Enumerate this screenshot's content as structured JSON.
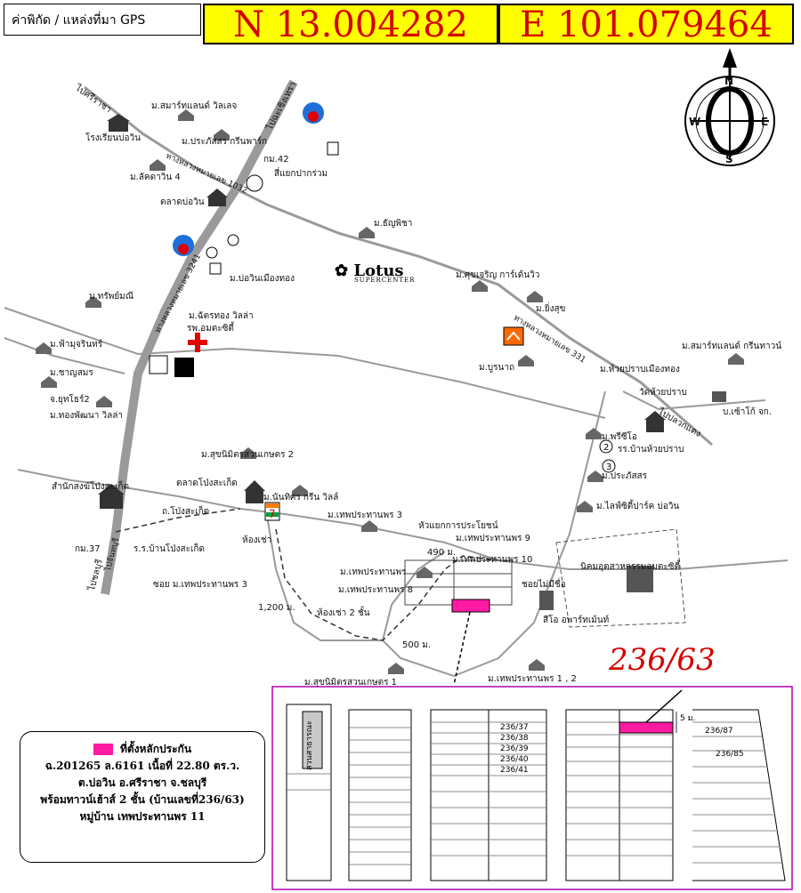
{
  "header": {
    "gps_label": "ค่าพิกัด / แหล่งที่มา GPS",
    "lat": "N 13.004282",
    "lon": "E 101.079464"
  },
  "compass": {
    "n": "N",
    "s": "S",
    "e": "E",
    "w": "W"
  },
  "address_number": "236/63",
  "lotus": {
    "name": "Lotus",
    "sub": "SUPERCENTER"
  },
  "map_labels": [
    "ม.สมาร์ทแลนด์ วิลเลจ",
    "โรงเรียนบ่อวิน",
    "ม.ประภัสสร กรีนพาร์ก",
    "กม.42",
    "ม.ลัคดาวิน 4",
    "สี่แยกปากร่วม",
    "ตลาดบ่อวิน",
    "ม.ธัญพิชา",
    "ม.บ่อวินเมืองทอง",
    "ม.ศุขเจริญ การ์เด้นวิว",
    "ม.ทรัพย์มณี",
    "ม.ยิ่งสุข",
    "ม.ฉัตรทอง วิลล่า",
    "รพ.อมตะซิตี้",
    "ม.ฟ้ามุจรินทร์",
    "ม.บูรนาถ",
    "ม.สมาร์ทแลนด์ กรีนทาวน์",
    "ม.ห้วยปราบเมืองทอง",
    "ม.ชาญสมร",
    "จ.ยุทโธร์2",
    "วัดห้วยปราบ",
    "บ.เซ้าโก้ จก.",
    "ม.ทองพัฒนา วิลล่า",
    "ม.พรีซีโอ",
    "รร.บ้านห้วยปราบ",
    "ม.สุขนิมิตรสวนเกษตร 2",
    "ม.ประภัสสร",
    "ตลาดโป่งสะเก็ด",
    "ม.นันทิศร กรีน วิลล์",
    "ม.ไลฟ์ซิตี้ปาร์ค บ่อวิน",
    "สำนักสงฆ์โป่งสะเก็ด",
    "ถ.โป่งสะเก็ด",
    "ม.เทพประทานพร 3",
    "หัวแยกการประโยชน์",
    "ม.เทพประทานพร 9",
    "ร.ร.บ้านโป่งสะเก็ด",
    "ห้องเช่า",
    "ม.เทพประทานพร 10",
    "กม.37",
    "ม.เทพประทานพร",
    "ม.เทพประทานพร 8",
    "ซอย ม.เทพประทานพร 3",
    "นิคมอุตสาหกรรมอมตะซิตี้",
    "1,200 ม.",
    "ห้องเช่า 2 ชั้น",
    "500 ม.",
    "490 ม.",
    "ชอยไม่มีชื่อ",
    "สีโอ อพาร์ทเม้นท์",
    "ม.สุขนิมิตรสวนเกษตร 1",
    "ม.เทพประทานพร 1 , 2",
    "ไปศรีราชา",
    "ไปชลบุรี",
    "ไปฉะเชิงเทรา",
    "ไปปลวกแดง",
    "ทางหลวงหมายเลข 3241",
    "ทางหลวงหมายเลข 1032",
    "ทางหลวงหมายเลข 331",
    "ไปจันทบุรี"
  ],
  "plot": {
    "lots": [
      "236/37",
      "236/38",
      "236/39",
      "236/40",
      "236/41",
      "236/87",
      "236/85"
    ],
    "side_label": "สวนสาธารณะ",
    "dimension": "5 ม."
  },
  "legend": {
    "title": "ที่ตั้งหลักประกัน",
    "line1": "ฉ.201265 ล.6161 เนื้อที่ 22.80 ตร.ว.",
    "line2": "ต.บ่อวิน อ.ศรีราชา จ.ชลบุรี",
    "line3": "พร้อมทาวน์เฮ้าส์ 2 ชั้น (บ้านเลขที่236/63)",
    "line4": "หมู่บ้าน เทพประทานพร 11"
  },
  "colors": {
    "highlight": "#ff1aa3",
    "header_bg": "#ffff00",
    "header_text": "#d40000",
    "frame": "#b000b0"
  }
}
